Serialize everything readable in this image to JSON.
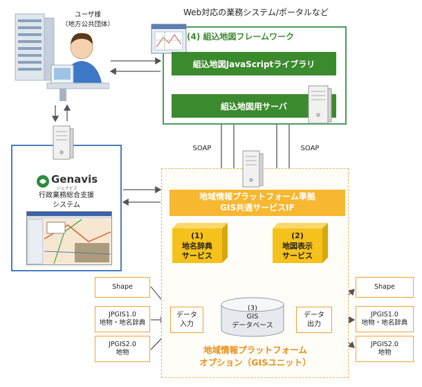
{
  "title": "Web対応の業務システム/ポータルなど",
  "user": {
    "label": "ユーザ様",
    "sublabel": "（地方公共団体）"
  },
  "framework": {
    "title": "(4) 組込地図フレームワーク",
    "library": "組込地図JavaScriptライブラリ",
    "server": "組込地図用サーバ"
  },
  "genavis": {
    "logo": "Genavis",
    "logo_sub": "ジェナビス",
    "desc_line1": "行政業務総合支援",
    "desc_line2": "システム"
  },
  "soap_left": "SOAP",
  "soap_right": "SOAP",
  "platform": {
    "if_line1": "地域情報プラットフォーム準拠",
    "if_line2": "GIS共通サービスIF",
    "svc1_num": "(1)",
    "svc1_line1": "地名辞典",
    "svc1_line2": "サービス",
    "svc2_num": "(2)",
    "svc2_line1": "地図表示",
    "svc2_line2": "サービス",
    "db_num": "(3)",
    "db_line1": "GIS",
    "db_line2": "データベース",
    "input_line1": "データ",
    "input_line2": "入力",
    "output_line1": "データ",
    "output_line2": "出力",
    "option_line1": "地域情報プラットフォーム",
    "option_line2": "オプション（GISユニット）"
  },
  "inputs": [
    {
      "line1": "Shape",
      "line2": ""
    },
    {
      "line1": "JPGIS1.0",
      "line2": "地物・地名辞典"
    },
    {
      "line1": "JPGIS2.0",
      "line2": "地物"
    }
  ],
  "outputs": [
    {
      "line1": "Shape",
      "line2": ""
    },
    {
      "line1": "JPGIS1.0",
      "line2": "地物・地名辞典"
    },
    {
      "line1": "JPGIS2.0",
      "line2": "地物"
    }
  ],
  "colors": {
    "green": "#3c8a2e",
    "green_border": "#4a9a5a",
    "blue_border": "#4a7ac0",
    "orange_border": "#f0b050",
    "orange_fill": "#f7b731",
    "yellow_box": "#f5c21b",
    "arrow": "#555555"
  }
}
